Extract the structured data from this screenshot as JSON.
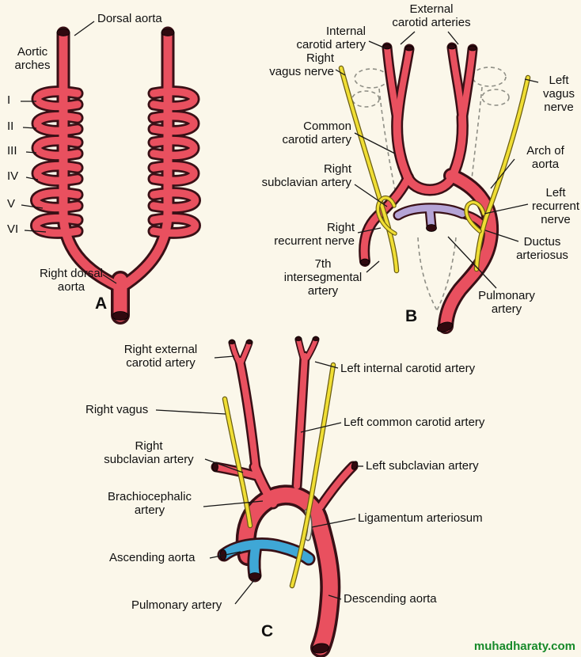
{
  "colors": {
    "bg": "#fbf7ea",
    "artery": "#e9505f",
    "arteryOutline": "#391016",
    "nerve": "#f0de34",
    "nerveOutline": "#6b5e13",
    "pulmonaryB": "#b5a4d6",
    "pulmonaryC": "#3fa7d6",
    "ligament": "#e9e6d8",
    "ligamentOutline": "#5a5a52",
    "dashColor": "#8f8f86",
    "leader": "#161616",
    "textColor": "#101010",
    "watermarkColor": "#178a2a",
    "opening": "#30090f"
  },
  "watermark": "muhadharaty.com",
  "panels": {
    "a": {
      "letter": "A",
      "dorsal_aorta": "Dorsal aorta",
      "aortic_arches": [
        "Aortic",
        "arches"
      ],
      "numerals": [
        "I",
        "II",
        "III",
        "IV",
        "V",
        "VI"
      ],
      "right_dorsal_aorta": [
        "Right dorsal",
        "aorta"
      ]
    },
    "b": {
      "letter": "B",
      "external_carotid_arteries": [
        "External",
        "carotid arteries"
      ],
      "internal_carotid_artery": [
        "Internal",
        "carotid artery"
      ],
      "right_vagus_nerve": [
        "Right",
        "vagus nerve"
      ],
      "left_vagus_nerve": [
        "Left",
        "vagus",
        "nerve"
      ],
      "common_carotid_artery": [
        "Common",
        "carotid artery"
      ],
      "arch_of_aorta": [
        "Arch of",
        "aorta"
      ],
      "right_subclavian_artery": [
        "Right",
        "subclavian artery"
      ],
      "left_recurrent_nerve": [
        "Left",
        "recurrent",
        "nerve"
      ],
      "right_recurrent_nerve": [
        "Right",
        "recurrent nerve"
      ],
      "ductus_arteriosus": [
        "Ductus",
        "arteriosus"
      ],
      "seventh_intersegmental_artery": [
        "7th",
        "intersegmental",
        "artery"
      ],
      "pulmonary_artery": [
        "Pulmonary",
        "artery"
      ]
    },
    "c": {
      "letter": "C",
      "right_external_carotid_artery": [
        "Right external",
        "carotid artery"
      ],
      "left_internal_carotid_artery": "Left internal carotid artery",
      "right_vagus": "Right vagus",
      "left_common_carotid_artery": "Left common carotid artery",
      "right_subclavian_artery": [
        "Right",
        "subclavian artery"
      ],
      "left_subclavian_artery": "Left subclavian artery",
      "brachiocephalic_artery": [
        "Brachiocephalic",
        "artery"
      ],
      "ligamentum_arteriosum": "Ligamentum arteriosum",
      "ascending_aorta": "Ascending aorta",
      "pulmonary_artery": "Pulmonary artery",
      "descending_aorta": "Descending aorta"
    }
  }
}
